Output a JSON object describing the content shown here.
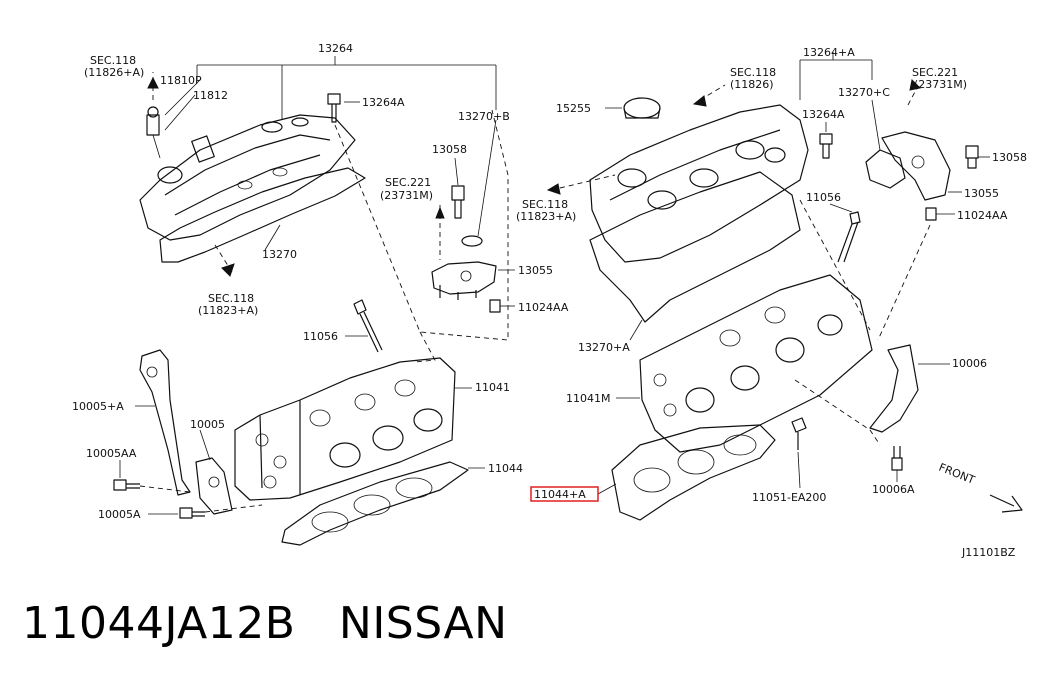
{
  "labels": {
    "l13264": "13264",
    "sec118_top": "SEC.118",
    "sec118_top_sub": "(11826+A)",
    "l11810p": "11810P",
    "l11812": "11812",
    "l13264a_left": "13264A",
    "l13270b": "13270+B",
    "l13058_left": "13058",
    "sec221_left": "SEC.221",
    "sec221_left_sub": "(23731M)",
    "l13270": "13270",
    "l13055_left": "13055",
    "sec118_bot": "SEC.118",
    "sec118_bot_sub": "(11823+A)",
    "l11024aa_left": "11024AA",
    "l11056_left": "11056",
    "l11041": "11041",
    "l10005a_top": "10005+A",
    "l10005": "10005",
    "l10005aa": "10005AA",
    "l10005a": "10005A",
    "l11044": "11044",
    "l13264a_plus": "13264+A",
    "sec118_mid": "SEC.118",
    "sec118_mid_sub": "(11826)",
    "sec221_right": "SEC.221",
    "sec221_right_sub": "(23731M)",
    "l15255": "15255",
    "l13270c": "13270+C",
    "l13264a_right": "13264A",
    "l13058_right": "13058",
    "sec118_right": "SEC.118",
    "sec118_right_sub": "(11823+A)",
    "l13055_right": "13055",
    "l11024aa_right": "11024AA",
    "l11056_right": "11056",
    "l13270a": "13270+A",
    "l10006": "10006",
    "l11041m": "11041M",
    "l11044a": "11044+A",
    "l11051": "11051-EA200",
    "l10006a": "10006A",
    "front": "FRONT",
    "diagram_code": "J11101BZ"
  },
  "caption": "11044JA12B   NISSAN",
  "colors": {
    "highlight": "#e02020",
    "line": "#111111",
    "background": "#ffffff"
  }
}
